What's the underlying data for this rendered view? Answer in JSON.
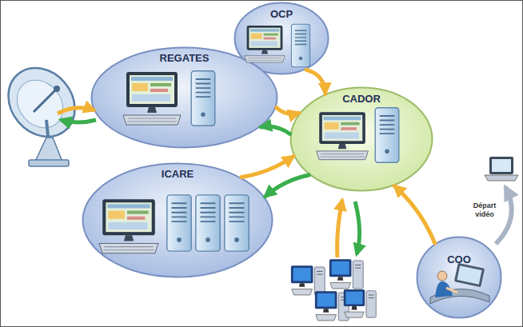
{
  "diagram": {
    "nodes": [
      {
        "text": [
          "OCP"
        ]
      },
      {
        "text": [
          "REGATES"
        ]
      },
      {
        "text": [
          "CADOR"
        ]
      },
      {
        "text": [
          "ICARE"
        ]
      },
      {
        "text": [
          "COO"
        ]
      }
    ],
    "edges": [
      {
        "from": 0,
        "to": 2,
        "arrow": "to"
      },
      {
        "from": 1,
        "to": 2,
        "arrow": "to"
      },
      {
        "from": 2,
        "to": 1,
        "arrow": "to"
      },
      {
        "from": 3,
        "to": 2,
        "arrow": "to"
      },
      {
        "from": 2,
        "to": 3,
        "arrow": "to"
      },
      {
        "from": 4,
        "to": 2,
        "arrow": "to"
      }
    ],
    "labels": [
      "Départ vidéo"
    ]
  }
}
